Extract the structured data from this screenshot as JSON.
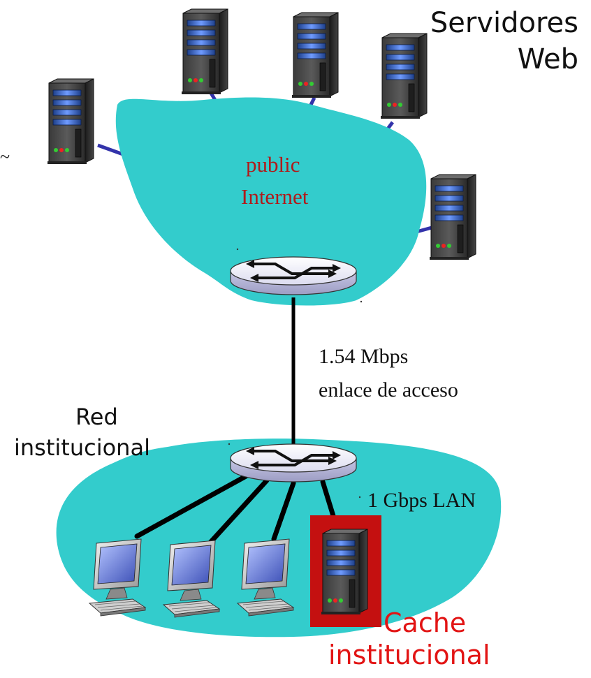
{
  "labels": {
    "servers_line1": "Servidores",
    "servers_line2": "Web",
    "public_line1": "public",
    "public_line2": "Internet",
    "link_speed": "1.54 Mbps",
    "link_name": "enlace de acceso",
    "network_line1": "Red",
    "network_line2": "institucional",
    "lan": "1 Gbps LAN",
    "cache_line1": "Cache",
    "cache_line2": "institucional",
    "stray_mark": "~"
  },
  "colors": {
    "cloud": "#33cccc",
    "link_internet": "#3333aa",
    "link_lan": "#000000",
    "public_text": "#b01a1a",
    "cache_text": "#e21414",
    "cache_highlight": "#c41010"
  },
  "icons": {
    "server": "server-tower-icon",
    "router": "router-icon",
    "client": "desktop-computer-icon"
  }
}
